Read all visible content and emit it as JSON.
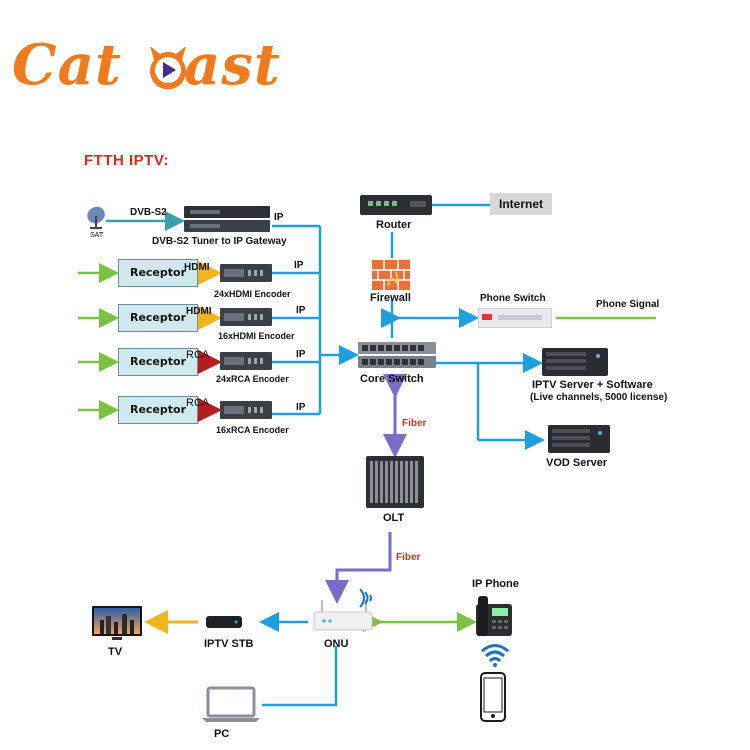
{
  "brand": {
    "name_part1": "Cat",
    "name_part2": "ast",
    "logo_mark": "cat-head-play-icon",
    "brand_color": "#f07a1c",
    "play_color": "#4b2a8a"
  },
  "heading": "FTTH IPTV:",
  "colors": {
    "ip_line": "#1ea0e0",
    "signal_line": "#7cc242",
    "hdmi_line": "#f4b321",
    "rca_line": "#b81c1c",
    "fiber_line": "#7a6cc9",
    "heading": "#d42a1f"
  },
  "sources": {
    "sat_label": "SAT",
    "dvbs2_label": "DVB-S2",
    "gateway_label": "DVB-S2 Tuner to IP Gateway",
    "receptor_label": "Receptor",
    "hdmi_label": "HDMI",
    "rca_label": "RCA",
    "ip_label": "IP",
    "encoders": [
      "24xHDMI Encoder",
      "16xHDMI Encoder",
      "24xRCA Encoder",
      "16xRCA Encoder"
    ]
  },
  "core": {
    "router_label": "Router",
    "internet_label": "Internet",
    "firewall_label": "Firewall",
    "phone_switch_label": "Phone Switch",
    "phone_signal_label": "Phone Signal",
    "core_switch_label": "Core Switch",
    "iptv_server_label": "IPTV Server + Software",
    "iptv_server_sub": "(Live channels, 5000 license)",
    "vod_server_label": "VOD Server",
    "fiber_label": "Fiber",
    "olt_label": "OLT"
  },
  "access": {
    "onu_label": "ONU",
    "stb_label": "IPTV STB",
    "tv_label": "TV",
    "pc_label": "PC",
    "ip_phone_label": "IP Phone"
  }
}
